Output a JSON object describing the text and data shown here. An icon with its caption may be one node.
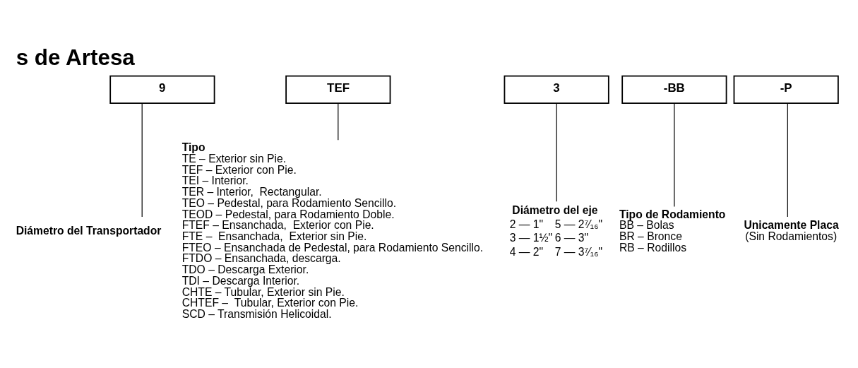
{
  "diagram": {
    "title": "s de Artesa",
    "nodes": [
      {
        "text": [
          "9"
        ]
      },
      {
        "text": [
          "TEF"
        ]
      },
      {
        "text": [
          "3"
        ]
      },
      {
        "text": [
          "-BB"
        ]
      },
      {
        "text": [
          "-P"
        ]
      },
      {
        "text": [
          "Diámetro del Transportador"
        ]
      },
      {
        "text": [
          "Tipo",
          "TE – Exterior sin Pie.",
          "TEF – Exterior con Pie.",
          "TEI – Interior.",
          "TER – Interior,  Rectangular.",
          "TEO – Pedestal, para Rodamiento Sencillo.",
          "TEOD – Pedestal, para Rodamiento Doble.",
          "FTEF – Ensanchada,  Exterior con Pie.",
          "FTE –  Ensanchada,  Exterior sin Pie.",
          "FTEO – Ensanchada de Pedestal, para Rodamiento Sencillo.",
          "FTDO – Ensanchada, descarga.",
          "TDO – Descarga Exterior.",
          "TDI – Descarga Interior.",
          "CHTE – Tubular, Exterior sin Pie.",
          "CHTEF –  Tubular, Exterior con Pie.",
          "SCD – Transmisión Helicoidal."
        ]
      },
      {
        "text": [
          "Diámetro del eje",
          "2 — 1\"",
          "5 — 2⁷⁄₁₆\"",
          "3 — 1½\"",
          "6 — 3\"",
          "4 — 2\"",
          "7 — 3⁷⁄₁₆\""
        ]
      },
      {
        "text": [
          "Tipo de Rodamiento",
          "BB – Bolas",
          "BR – Bronce",
          "RB – Rodillos"
        ]
      },
      {
        "text": [
          "Unicamente Placa",
          "(Sin Rodamientos)"
        ]
      }
    ],
    "edges": [
      {
        "from": 0,
        "to": 5,
        "arrow": "none"
      },
      {
        "from": 1,
        "to": 6,
        "arrow": "none"
      },
      {
        "from": 2,
        "to": 7,
        "arrow": "none"
      },
      {
        "from": 3,
        "to": 8,
        "arrow": "none"
      },
      {
        "from": 4,
        "to": 9,
        "arrow": "none"
      }
    ]
  }
}
